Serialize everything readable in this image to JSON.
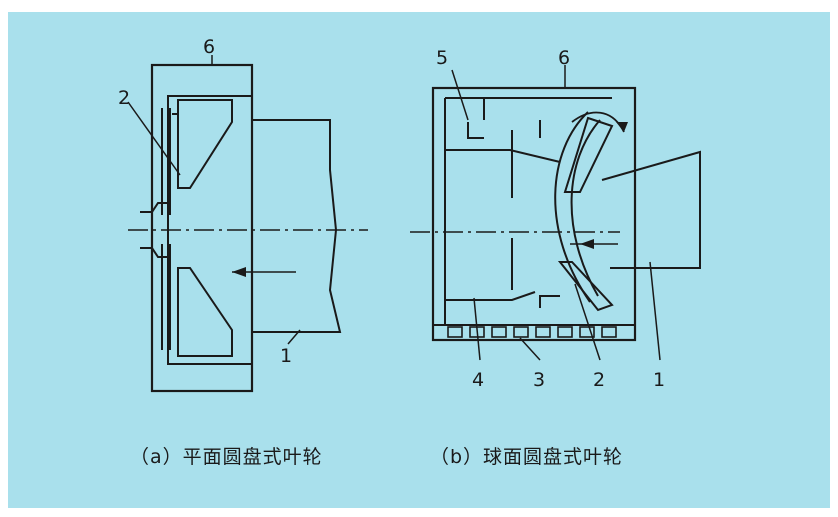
{
  "diagram": {
    "caption_a": "（a）平面圆盘式叶轮",
    "caption_b": "（b）球面圆盘式叶轮",
    "labels_a": {
      "p6": "6",
      "p2": "2",
      "p1": "1"
    },
    "labels_b": {
      "p5": "5",
      "p6": "6",
      "p4": "4",
      "p3": "3",
      "p2": "2",
      "p1": "1"
    },
    "colors": {
      "background": "#a9e0ec",
      "line": "#1a1a1a"
    }
  }
}
